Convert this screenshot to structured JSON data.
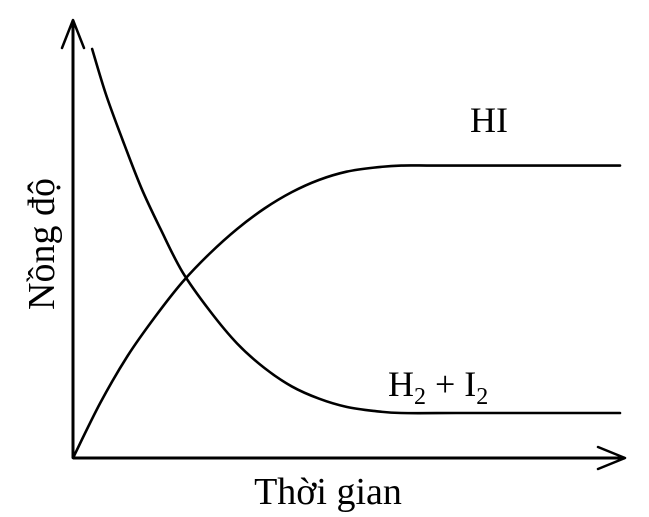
{
  "chart_data": {
    "type": "line",
    "xlabel": "Thời gian",
    "ylabel": "Nồng độ",
    "grid": false,
    "legend": "none",
    "x_ticks_shown": false,
    "y_ticks_shown": false,
    "xlim": [
      0,
      10
    ],
    "ylim": [
      0,
      10
    ],
    "series": [
      {
        "name": "HI",
        "label_parts": [
          "HI"
        ],
        "x": [
          0,
          0.5,
          1,
          1.5,
          2,
          2.5,
          3,
          3.5,
          4,
          4.5,
          5,
          5.5,
          6,
          6.5,
          7,
          7.5,
          8,
          8.5,
          9,
          9.5,
          10
        ],
        "y": [
          0,
          1.35,
          2.5,
          3.45,
          4.3,
          5.0,
          5.6,
          6.1,
          6.5,
          6.8,
          7.0,
          7.1,
          7.15,
          7.15,
          7.15,
          7.15,
          7.15,
          7.15,
          7.15,
          7.15,
          7.15
        ]
      },
      {
        "name": "H2 + I2",
        "label_parts": [
          "H",
          "2",
          " + I",
          "2"
        ],
        "x": [
          0.35,
          0.6,
          0.9,
          1.25,
          1.6,
          2.0,
          2.5,
          3.0,
          3.5,
          4.0,
          4.5,
          5.0,
          5.5,
          6.0,
          7.0,
          8.0,
          9.0,
          10.0
        ],
        "y": [
          10.0,
          8.9,
          7.8,
          6.6,
          5.6,
          4.55,
          3.6,
          2.8,
          2.2,
          1.75,
          1.45,
          1.25,
          1.15,
          1.1,
          1.1,
          1.1,
          1.1,
          1.1
        ]
      }
    ]
  }
}
